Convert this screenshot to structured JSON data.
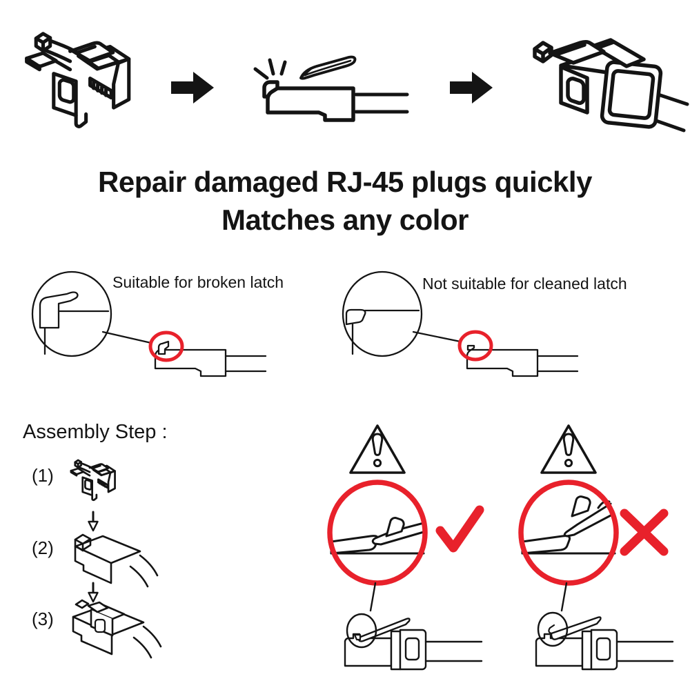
{
  "colors": {
    "ink": "#141414",
    "red": "#E8212B",
    "background": "#FFFFFF"
  },
  "title": {
    "line1": "Repair damaged RJ-45 plugs quickly",
    "line2": "Matches any color"
  },
  "suitability": {
    "left_label": "Suitable for broken latch",
    "right_label": "Not suitable for cleaned latch"
  },
  "assembly": {
    "heading": "Assembly Step :",
    "steps": [
      {
        "label": "(1)"
      },
      {
        "label": "(2)"
      },
      {
        "label": "(3)"
      }
    ]
  },
  "icons": {
    "right_arrow": "→",
    "down_arrow": "↓",
    "warning_triangle": "⚠",
    "checkmark": "✓",
    "cross_mark": "✕",
    "magnifier_circle": "○",
    "highlight_circle": "○"
  },
  "figures": {
    "top_left": "repair-clip",
    "top_middle": "damaged-plug-being-trimmed",
    "top_right": "plug-with-repair-clip",
    "middle_left": "broken-latch-closeup",
    "middle_right": "cleaned-latch-closeup",
    "bottom_right_correct": "latch-engaged-correct",
    "bottom_right_incorrect": "latch-not-engaged-incorrect"
  }
}
